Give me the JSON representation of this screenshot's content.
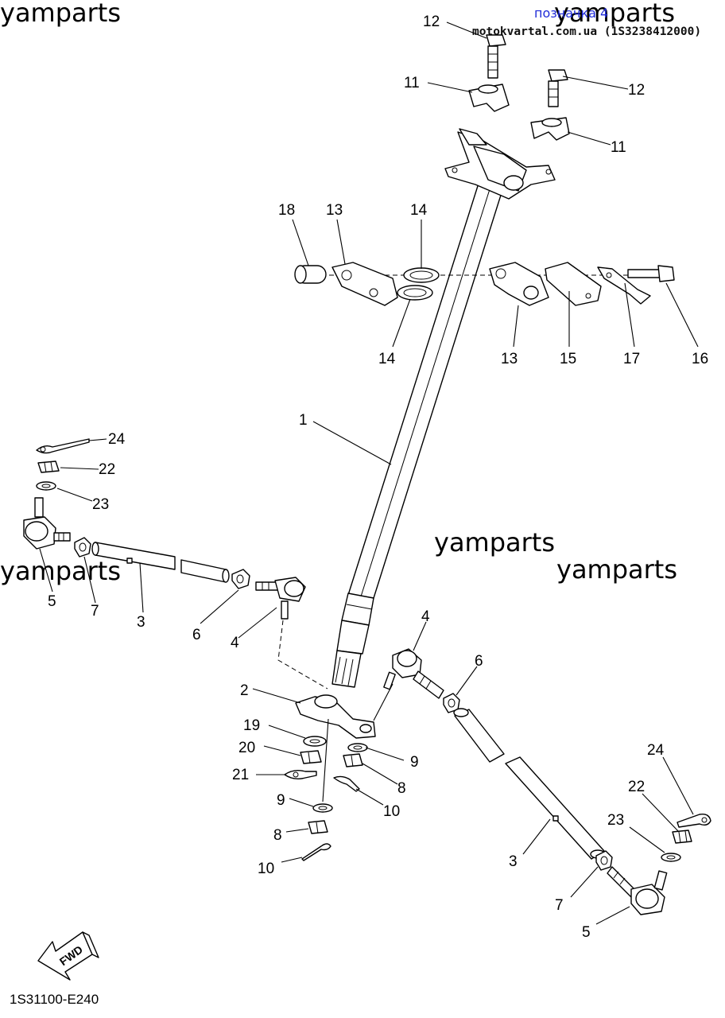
{
  "watermarks": [
    "yamparts",
    "yamparts",
    "yamparts",
    "yamparts",
    "yamparts"
  ],
  "header": {
    "link_text": "позначка 4",
    "site_text": "motokvartal.com.ua (1S3238412000)"
  },
  "callouts": [
    "12",
    "11",
    "12",
    "11",
    "18",
    "13",
    "14",
    "14",
    "13",
    "15",
    "17",
    "16",
    "1",
    "24",
    "22",
    "23",
    "5",
    "7",
    "3",
    "6",
    "4",
    "4",
    "6",
    "2",
    "19",
    "20",
    "21",
    "9",
    "8",
    "10",
    "9",
    "8",
    "10",
    "24",
    "22",
    "23",
    "3",
    "7",
    "5"
  ],
  "fwd_label": "FWD",
  "diagram_code": "1S31100-E240"
}
